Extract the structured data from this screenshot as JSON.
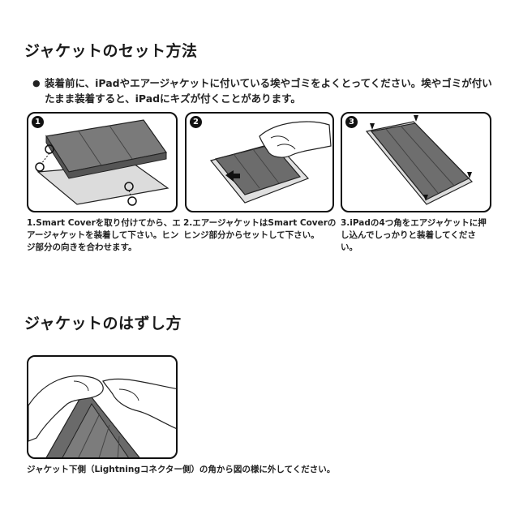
{
  "section1": {
    "title": "ジャケットのセット方法",
    "note_bullet": "●",
    "note": "装着前に、iPadやエアージャケットに付いている埃やゴミをよくとってください。埃やゴミが付いたまま装着すると、iPadにキズが付くことがあります。",
    "steps": [
      {
        "num": "1",
        "caption": "1.Smart Coverを取り付けてから、エアージャケットを装着して下さい。ヒンジ部分の向きを合わせます。"
      },
      {
        "num": "2",
        "caption": "2.エアージャケットはSmart Coverのヒンジ部分からセットして下さい。"
      },
      {
        "num": "3",
        "caption": "3.iPadの4つ角をエアジャケットに押し込んでしっかりと装着してください。"
      }
    ]
  },
  "section2": {
    "title": "ジャケットのはずし方",
    "caption": "ジャケット下側（Lightningコネクター側）の角から図の様に外してください。"
  },
  "colors": {
    "text": "#111111",
    "cover": "#6e6e6e",
    "jacket": "#d9d9d9"
  }
}
